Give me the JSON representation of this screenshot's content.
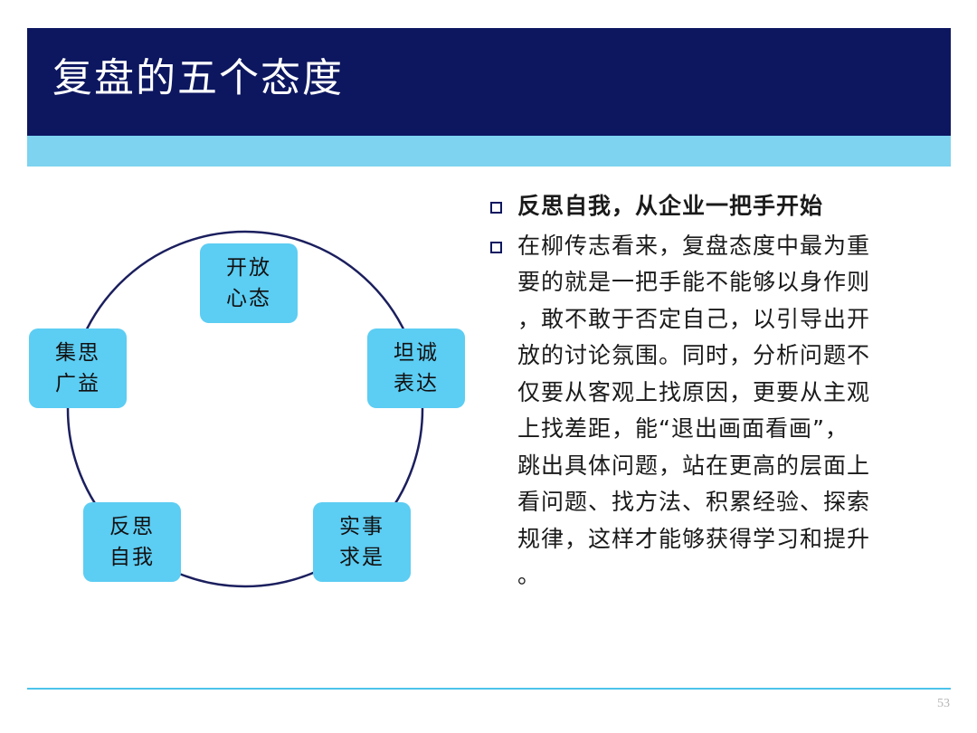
{
  "header": {
    "title": "复盘的五个态度"
  },
  "cycle": {
    "nodes": [
      {
        "id": "open",
        "line1": "开放",
        "line2": "心态"
      },
      {
        "id": "candid",
        "line1": "坦诚",
        "line2": "表达"
      },
      {
        "id": "pragmatic",
        "line1": "实事",
        "line2": "求是"
      },
      {
        "id": "reflect",
        "line1": "反思",
        "line2": "自我"
      },
      {
        "id": "collective",
        "line1": "集思",
        "line2": "广益"
      }
    ]
  },
  "bullets": [
    {
      "lines": [
        "反思自我，从企业一把手开始"
      ]
    },
    {
      "lines": [
        "在柳传志看来，复盘态度中最为重",
        "要的就是一把手能不能够以身作则",
        "，敢不敢于否定自己，以引导出开",
        "放的讨论氛围。同时，分析问题不",
        "仅要从客观上找原因，更要从主观",
        "上找差距，能“退出画面看画”，",
        "跳出具体问题，站在更高的层面上",
        "看问题、找方法、积累经验、探索",
        "规律，这样才能够获得学习和提升",
        "。"
      ]
    }
  ],
  "footer": {
    "page_number": "53"
  },
  "colors": {
    "title_bar": "#0d1760",
    "accent_bar": "#7dd3f0",
    "node_fill": "#5ccdf3",
    "circle_stroke": "#1b1f5e",
    "footer_line": "#4cc3ea"
  }
}
